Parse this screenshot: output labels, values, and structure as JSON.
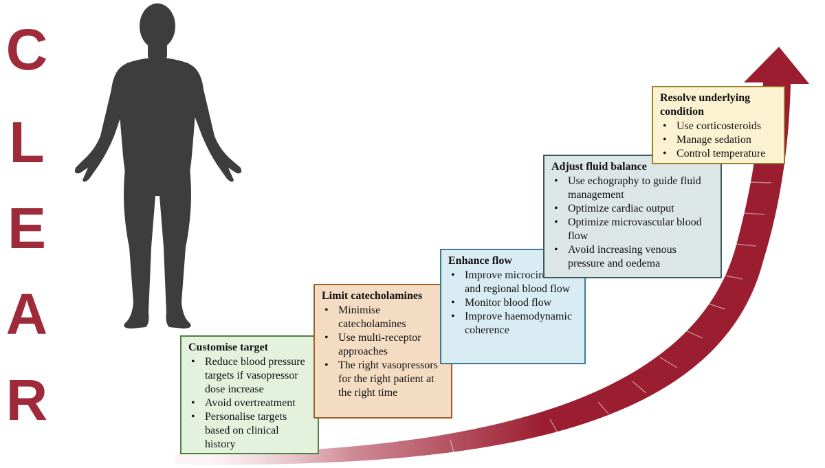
{
  "acronym": [
    "C",
    "L",
    "E",
    "A",
    "R"
  ],
  "colors": {
    "acronym": "#9e2a3a",
    "arrow": "#9b1e30",
    "figure": "#3d3d3d"
  },
  "steps": [
    {
      "title": "Customise target",
      "items": [
        "Reduce blood pressure targets if vasopressor dose increase",
        "Avoid overtreatment",
        "Personalise targets based on clinical history"
      ],
      "bg": "#e3f1dd",
      "border": "#4f7f41"
    },
    {
      "title": "Limit catecholamines",
      "items": [
        "Minimise catecholamines",
        "Use multi-receptor approaches",
        "The right vasopressors for the right patient at the right time"
      ],
      "bg": "#f4dcc2",
      "border": "#9a5d2b"
    },
    {
      "title": "Enhance flow",
      "items": [
        "Improve microcirculation and regional blood flow",
        "Monitor blood flow",
        "Improve haemodynamic coherence"
      ],
      "bg": "#d9ecf3",
      "border": "#3b7c95"
    },
    {
      "title": "Adjust fluid balance",
      "items": [
        "Use echography to guide fluid management",
        "Optimize cardiac output",
        "Optimize microvascular blood flow",
        "Avoid increasing venous pressure and oedema"
      ],
      "bg": "#dde6e6",
      "border": "#3d5a5e"
    },
    {
      "title": "Resolve underlying condition",
      "items": [
        "Use corticosteroids",
        "Manage sedation",
        "Control temperature"
      ],
      "bg": "#fbf2d2",
      "border": "#9c7b2a"
    }
  ]
}
